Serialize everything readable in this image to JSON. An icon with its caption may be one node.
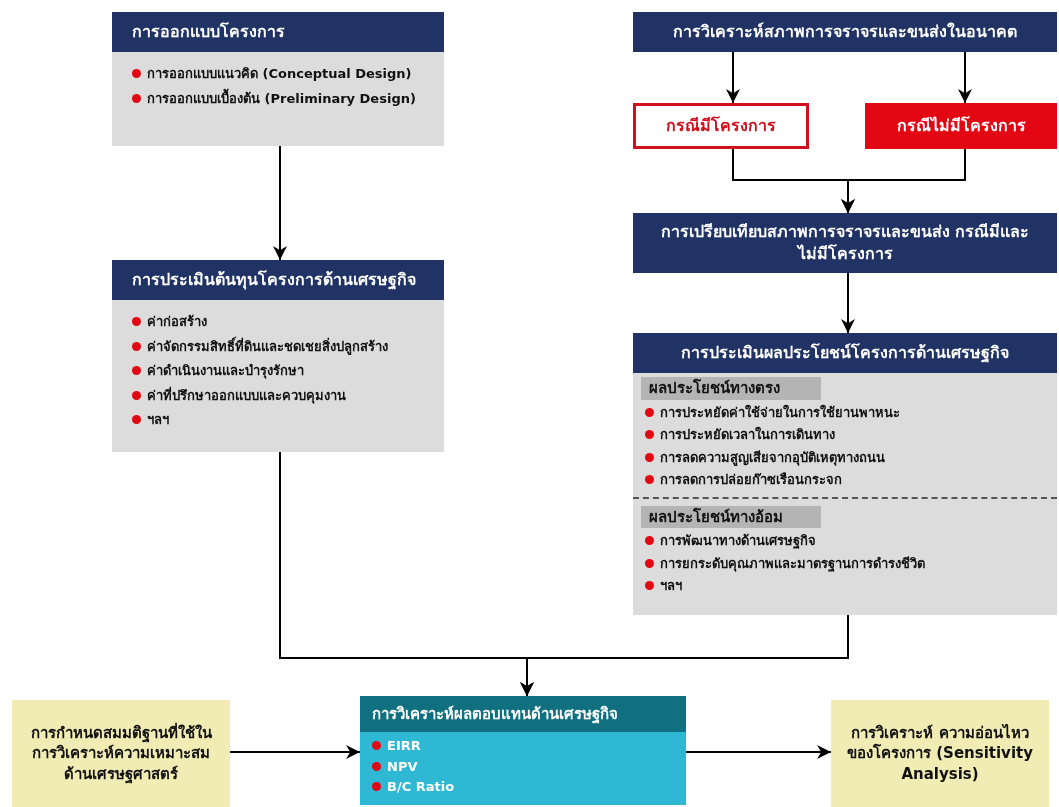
{
  "diagram": {
    "nodes": [
      {
        "text": [
          "การออกแบบโครงการ",
          "การออกแบบแนวคิด (Conceptual Design)",
          "การออกแบบเบื้องต้น (Preliminary Design)"
        ]
      },
      {
        "text": [
          "การประเมินต้นทุนโครงการด้านเศรษฐกิจ",
          "ค่าก่อสร้าง",
          "ค่าจัดกรรมสิทธิ์ที่ดินและชดเชยสิ่งปลูกสร้าง",
          "ค่าดำเนินงานและบำรุงรักษา",
          "ค่าที่ปรึกษาออกแบบและควบคุมงาน",
          "ฯลฯ"
        ]
      },
      {
        "text": [
          "การวิเคราะห์สภาพการจราจรและขนส่งในอนาคต"
        ]
      },
      {
        "text": [
          "กรณีมีโครงการ"
        ]
      },
      {
        "text": [
          "กรณีไม่มีโครงการ"
        ]
      },
      {
        "text": [
          "การเปรียบเทียบสภาพการจราจรและขนส่ง กรณีมีและไม่มีโครงการ"
        ]
      },
      {
        "text": [
          "การประเมินผลประโยชน์โครงการด้านเศรษฐกิจ",
          "ผลประโยชน์ทางตรง",
          "การประหยัดค่าใช้จ่ายในการใช้ยานพาหนะ",
          "การประหยัดเวลาในการเดินทาง",
          "การลดความสูญเสียจากอุบัติเหตุทางถนน",
          "การลดการปล่อยก๊าซเรือนกระจก",
          "ผลประโยชน์ทางอ้อม",
          "การพัฒนาทางด้านเศรษฐกิจ",
          "การยกระดับคุณภาพและมาตรฐานการดำรงชีวิต",
          "ฯลฯ"
        ]
      },
      {
        "text": [
          "การกำหนดสมมติฐานที่ใช้ในการวิเคราะห์ความเหมาะสมด้านเศรษฐศาสตร์"
        ]
      },
      {
        "text": [
          "การวิเคราะห์ผลตอบแทนด้านเศรษฐกิจ",
          "EIRR",
          "NPV",
          "B/C Ratio"
        ]
      },
      {
        "text": [
          "การวิเคราะห์ ความอ่อนไหวของโครงการ (Sensitivity Analysis)"
        ]
      }
    ],
    "edges": [
      {
        "from": 0,
        "to": 1,
        "arrow": "to"
      },
      {
        "from": 2,
        "to": 3,
        "arrow": "to"
      },
      {
        "from": 2,
        "to": 4,
        "arrow": "to"
      },
      {
        "from": 3,
        "to": 5,
        "arrow": "to"
      },
      {
        "from": 4,
        "to": 5,
        "arrow": "to"
      },
      {
        "from": 5,
        "to": 6,
        "arrow": "to"
      },
      {
        "from": 1,
        "to": 8,
        "arrow": "to"
      },
      {
        "from": 6,
        "to": 8,
        "arrow": "to"
      },
      {
        "from": 7,
        "to": 8,
        "arrow": "to"
      },
      {
        "from": 8,
        "to": 9,
        "arrow": "to"
      }
    ]
  }
}
